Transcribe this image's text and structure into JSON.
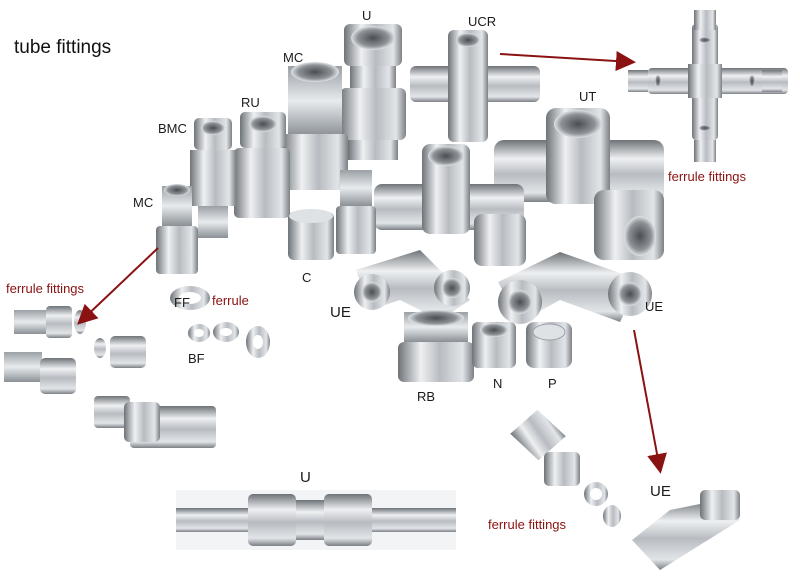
{
  "title": "tube fittings",
  "labels": {
    "u_top": "U",
    "ucr": "UCR",
    "mc_top": "MC",
    "ru": "RU",
    "bmc": "BMC",
    "ut": "UT",
    "mc_left": "MC",
    "c": "C",
    "ff": "FF",
    "ferrule": "ferrule",
    "bf": "BF",
    "ue_center": "UE",
    "ue_right": "UE",
    "rb": "RB",
    "n": "N",
    "p": "P",
    "u_bottom": "U",
    "ue_bottom": "UE"
  },
  "captions": {
    "ferrule_fittings_right": "ferrule fittings",
    "ferrule_fittings_left": "ferrule fittings",
    "ferrule_fittings_bottom": "ferrule fittings"
  },
  "colors": {
    "steel_dark": "#6e7378",
    "steel_mid": "#b4b9be",
    "steel_light": "#eef0f2",
    "arrow_red": "#8b1212",
    "label_red": "#8b1212",
    "label_dark": "#1a1a1a"
  }
}
